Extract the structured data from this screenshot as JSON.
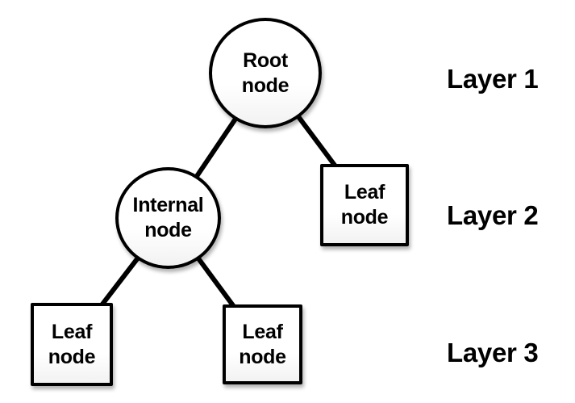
{
  "diagram": {
    "type": "tree",
    "nodes": [
      {
        "id": "root-node",
        "shape": "circle",
        "label": "Root\nnode",
        "layer": 1
      },
      {
        "id": "internal-node",
        "shape": "circle",
        "label": "Internal\nnode",
        "layer": 2
      },
      {
        "id": "leaf-node-right",
        "shape": "square",
        "label": "Leaf\nnode",
        "layer": 2
      },
      {
        "id": "leaf-node-left",
        "shape": "square",
        "label": "Leaf\nnode",
        "layer": 3
      },
      {
        "id": "leaf-node-center",
        "shape": "square",
        "label": "Leaf\nnode",
        "layer": 3
      }
    ],
    "edges": [
      {
        "from": "root-node",
        "to": "internal-node"
      },
      {
        "from": "root-node",
        "to": "leaf-node-right"
      },
      {
        "from": "internal-node",
        "to": "leaf-node-left"
      },
      {
        "from": "internal-node",
        "to": "leaf-node-center"
      }
    ],
    "layers": [
      {
        "label": "Layer 1"
      },
      {
        "label": "Layer 2"
      },
      {
        "label": "Layer 3"
      }
    ],
    "colors": {
      "background": "#ffffff",
      "edge": "#000000",
      "node_border": "#000000",
      "node_fill": "#ffffff",
      "text": "#000000"
    }
  }
}
